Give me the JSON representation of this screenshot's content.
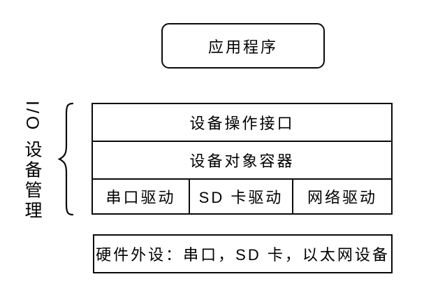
{
  "diagram": {
    "app_box": {
      "label": "应用程序"
    },
    "group": {
      "label": "I/O 设备管理",
      "layers": [
        {
          "label": "设备操作接口"
        },
        {
          "label": "设备对象容器"
        }
      ],
      "drivers": [
        {
          "label": "串口驱动"
        },
        {
          "label": "SD 卡驱动"
        },
        {
          "label": "网络驱动"
        }
      ]
    },
    "hardware_box": {
      "label": "硬件外设：串口，SD 卡，以太网设备"
    },
    "colors": {
      "line": "#0a0a0a",
      "background": "#ffffff",
      "text": "#000000"
    }
  }
}
